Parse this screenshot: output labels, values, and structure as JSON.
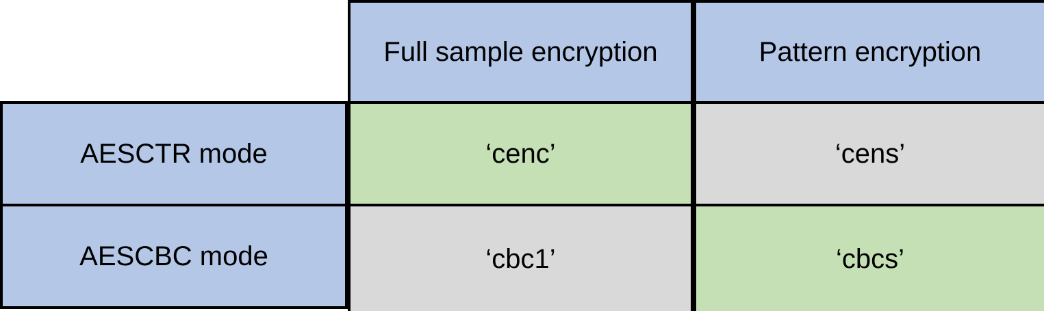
{
  "table": {
    "kind": "2x2-matrix",
    "corner_cell": {
      "label": "",
      "fill": "#ffffff"
    },
    "column_headers": [
      {
        "label": "Full sample encryption",
        "fill": "#b4c7e7"
      },
      {
        "label": "Pattern encryption",
        "fill": "#b4c7e7"
      }
    ],
    "row_headers": [
      {
        "label": "AESCTR mode",
        "fill": "#b4c7e7"
      },
      {
        "label": "AESCBC mode",
        "fill": "#b4c7e7"
      }
    ],
    "rows": [
      {
        "header": "AESCTR mode",
        "cells": [
          {
            "value": "‘cenc’",
            "fill": "#c5e0b4",
            "highlight": "supported"
          },
          {
            "value": "‘cens’",
            "fill": "#d9d9d9",
            "highlight": "neutral"
          }
        ]
      },
      {
        "header": "AESCBC mode",
        "cells": [
          {
            "value": "‘cbc1’",
            "fill": "#d9d9d9",
            "highlight": "neutral"
          },
          {
            "value": "‘cbcs’",
            "fill": "#c5e0b4",
            "highlight": "supported"
          }
        ]
      }
    ],
    "colors": {
      "header_blue": "#b4c7e7",
      "highlight_green": "#c5e0b4",
      "neutral_gray": "#d9d9d9",
      "border": "#000000",
      "text": "#000000",
      "background": "#ffffff"
    }
  }
}
